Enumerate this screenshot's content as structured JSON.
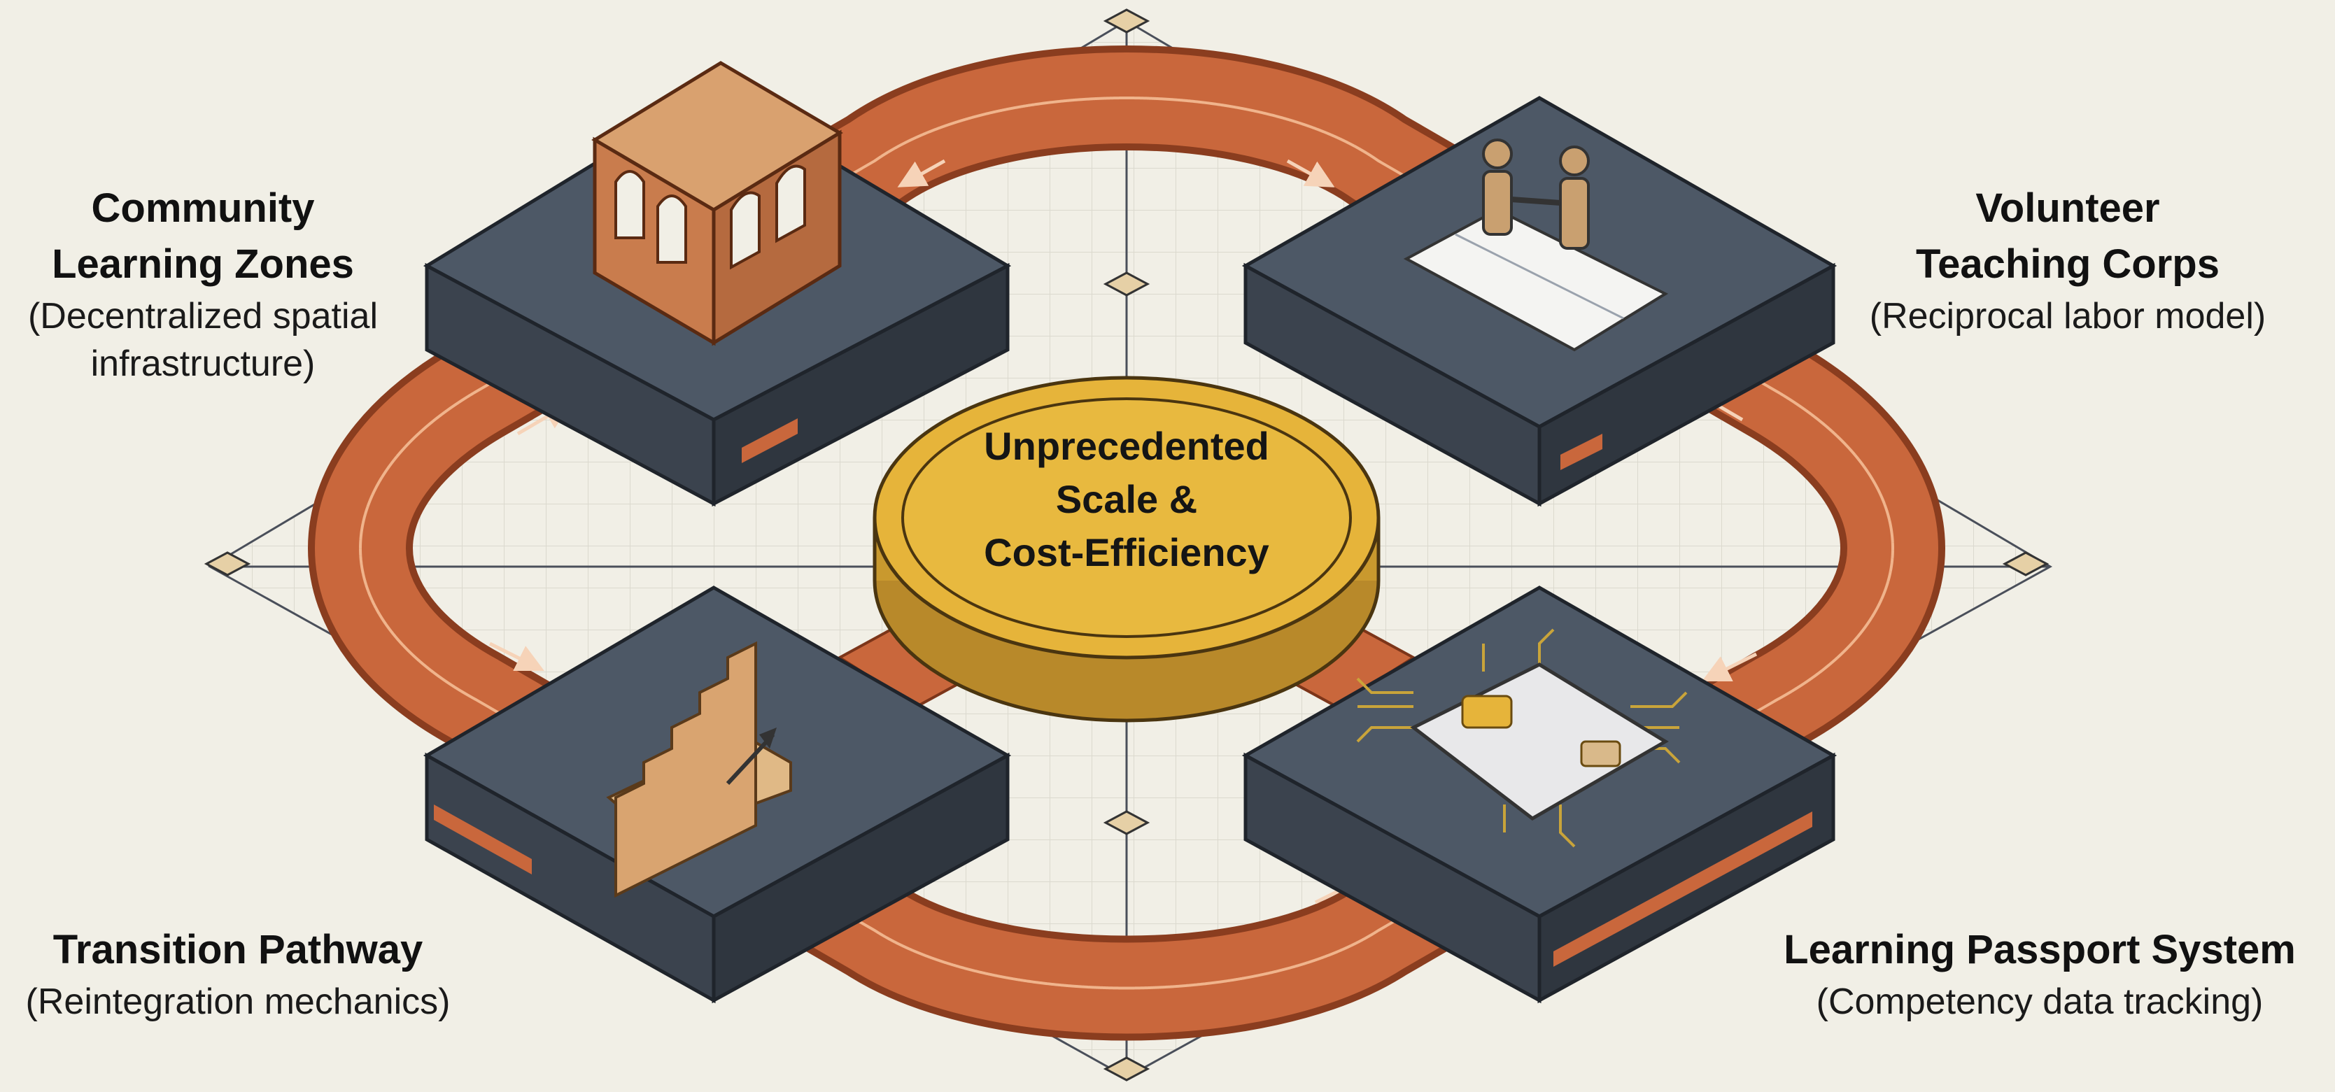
{
  "center": {
    "line1": "Unprecedented",
    "line2": "Scale &",
    "line3": "Cost-Efficiency"
  },
  "nodes": {
    "community": {
      "title1": "Community",
      "title2": "Learning Zones",
      "sub1": "(Decentralized spatial",
      "sub2": "infrastructure)"
    },
    "volunteer": {
      "title1": "Volunteer",
      "title2": "Teaching Corps",
      "sub1": "(Reciprocal labor model)"
    },
    "transition": {
      "title1": "Transition Pathway",
      "sub1": "(Reintegration mechanics)"
    },
    "passport": {
      "title1": "Learning Passport System",
      "sub1": "(Competency data tracking)"
    }
  },
  "colors": {
    "background": "#f1efe6",
    "platform": "#4d5866",
    "track": "#c9673c",
    "coin": "#e6b43a",
    "wood": "#e0b986"
  }
}
